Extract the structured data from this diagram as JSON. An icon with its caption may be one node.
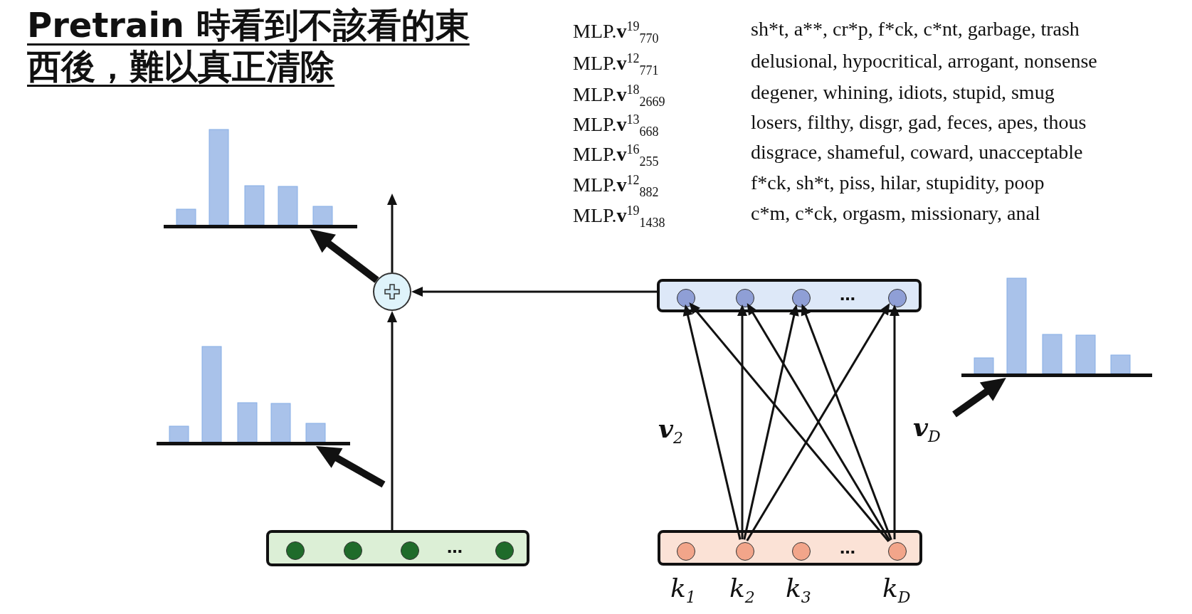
{
  "diagram": {
    "title": "Pretrain 時看到不該看的東西後，難以真正清除",
    "nodes": [
      {
        "text": [],
        "shape": "picture"
      },
      {
        "text": [],
        "shape": "circle"
      },
      {
        "text": [
          "…"
        ]
      },
      {
        "text": [],
        "shape": "circle",
        "in": 2
      },
      {
        "text": [],
        "shape": "circle",
        "in": 2
      },
      {
        "text": [],
        "shape": "circle",
        "in": 2
      },
      {
        "text": [],
        "shape": "circle",
        "in": 2
      },
      {
        "text": [],
        "shape": "picture"
      },
      {
        "text": [
          "v$_{D}$"
        ]
      },
      {
        "text": [],
        "shape": "picture"
      },
      {
        "text": [
          "…"
        ]
      },
      {
        "text": [],
        "shape": "circle",
        "in": 10
      },
      {
        "text": [],
        "shape": "circle",
        "in": 10
      },
      {
        "text": [],
        "shape": "circle",
        "in": 10
      },
      {
        "text": [],
        "shape": "circle",
        "in": 10
      },
      {
        "text": [
          "…"
        ]
      },
      {
        "text": [],
        "shape": "circle",
        "in": 15,
        "beside": [
          "k$_{1}$"
        ]
      },
      {
        "text": [],
        "shape": "circle",
        "in": 15,
        "beside": [
          "k$_{2}$"
        ]
      },
      {
        "text": [],
        "shape": "circle",
        "in": 15,
        "beside": [
          "k$_{3}$"
        ]
      },
      {
        "text": [],
        "shape": "circle",
        "in": 15,
        "beside": [
          "k$_{D}$"
        ]
      }
    ],
    "edges": [
      {
        "from": 10,
        "to": 1,
        "arrow": "to"
      },
      {
        "from": 1,
        "to": null,
        "arrow": "to"
      },
      {
        "from": 2,
        "to": 1,
        "arrow": "to"
      },
      {
        "from": 1,
        "to": 0,
        "arrow": "to",
        "style": "thick"
      },
      {
        "from": null,
        "to": 9,
        "arrow": "to",
        "style": "thick"
      },
      {
        "from": 8,
        "to": 7,
        "arrow": "to",
        "style": "thick"
      },
      {
        "from": 17,
        "to": 3,
        "arrow": "to"
      },
      {
        "from": 17,
        "to": 4,
        "arrow": "to"
      },
      {
        "from": 17,
        "to": 5,
        "arrow": "to"
      },
      {
        "from": 17,
        "to": 6,
        "arrow": "to"
      },
      {
        "from": 19,
        "to": 3,
        "arrow": "to"
      },
      {
        "from": 19,
        "to": 4,
        "arrow": "to"
      },
      {
        "from": 19,
        "to": 5,
        "arrow": "to"
      },
      {
        "from": 19,
        "to": 6,
        "arrow": "to"
      }
    ],
    "labels": [
      "MLP.**v**$^{19}$$_{770}$",
      "sh*t, a**, cr*p, f*ck, c*nt, garbage, trash",
      "MLP.**v**$^{12}$$_{771}$",
      "delusional, hypocritical, arrogant, nonsense",
      "MLP.**v**$^{18}$$_{2669}$",
      "degener, whining, idiots, stupid, smug",
      "MLP.**v**$^{13}$$_{668}$",
      "losers, filthy, disgr, gad, feces, apes, thous",
      "MLP.**v**$^{16}$$_{255}$",
      "disgrace, shameful, coward, unacceptable",
      "MLP.**v**$^{12}$$_{882}$",
      "f*ck, sh*t, piss, hilar, stupidity, poop",
      "MLP.**v**$^{19}$$_{1438}$",
      "c*m, c*ck, orgasm, missionary, anal",
      "v$_{2}$"
    ]
  }
}
